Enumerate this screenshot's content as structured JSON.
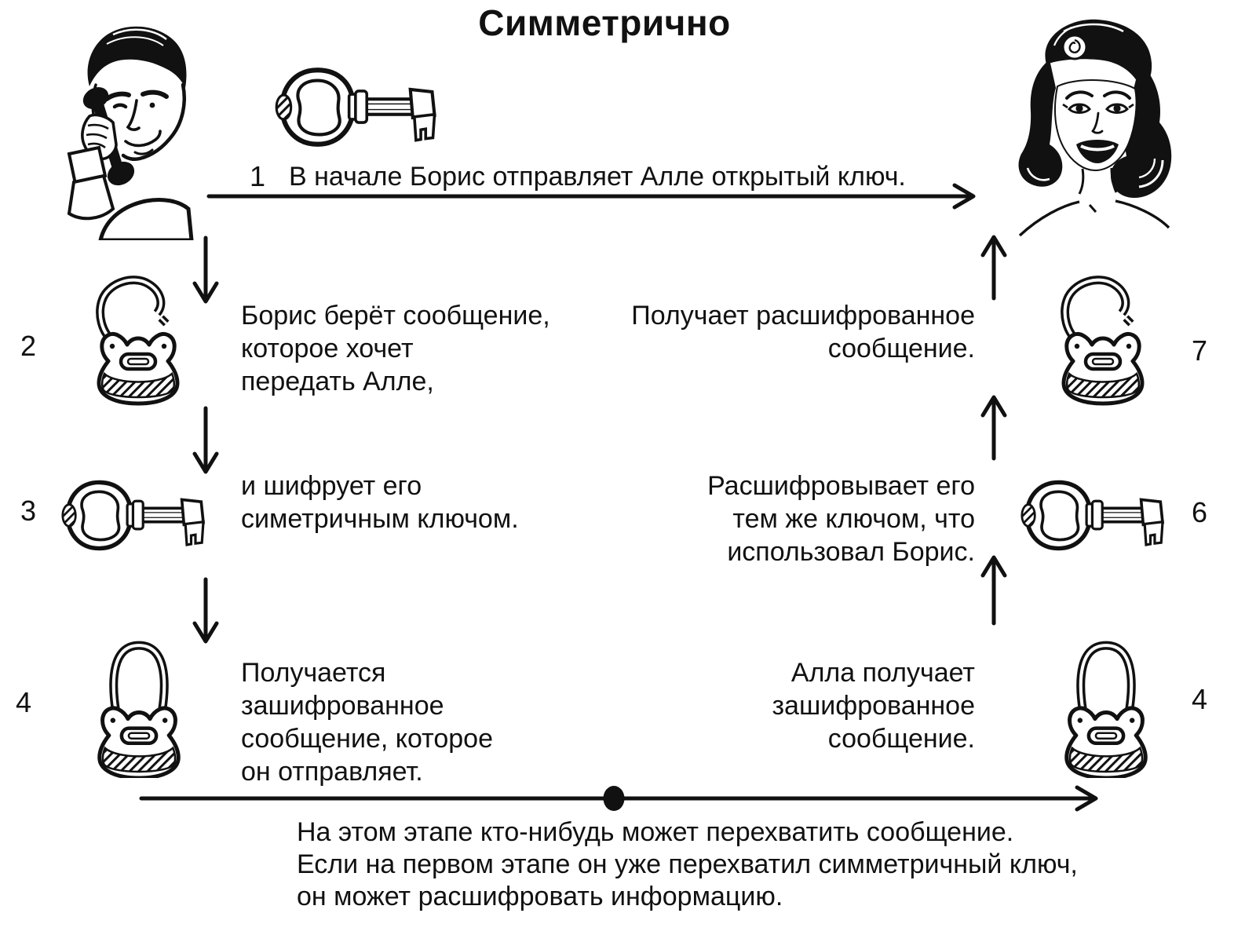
{
  "title": "Симметрично",
  "steps": {
    "step1": {
      "number": "1",
      "text": "В начале Борис отправляет Алле открытый ключ."
    },
    "left": [
      {
        "number": "2",
        "icon": "open-padlock-icon",
        "text": "Борис берёт сообщение,\nкоторое хочет\nпередать Алле,"
      },
      {
        "number": "3",
        "icon": "key-icon",
        "text": "и шифрует его\nсиметричным ключом."
      },
      {
        "number": "4",
        "icon": "closed-padlock-icon",
        "text": "Получается\nзашифрованное\nсообщение, которое\nон отправляет."
      }
    ],
    "right": [
      {
        "number": "7",
        "icon": "open-padlock-icon",
        "text": "Получает расшифрованное\nсообщение."
      },
      {
        "number": "6",
        "icon": "key-icon",
        "text": "Расшифровывает его\nтем же ключом, что\nиспользовал Борис."
      },
      {
        "number": "4",
        "icon": "closed-padlock-icon",
        "text": "Алла получает\nзашифрованное\nсообщение."
      }
    ]
  },
  "footnote": "На этом этапе кто-нибудь может перехватить сообщение.\nЕсли на первом этапе он уже перехватил симметричный ключ,\nон может расшифровать информацию.",
  "icons": {
    "top": "key-icon",
    "actors": [
      "man-on-phone-illustration",
      "woman-portrait-illustration"
    ]
  },
  "colors": {
    "ink": "#111111",
    "background": "#ffffff"
  }
}
